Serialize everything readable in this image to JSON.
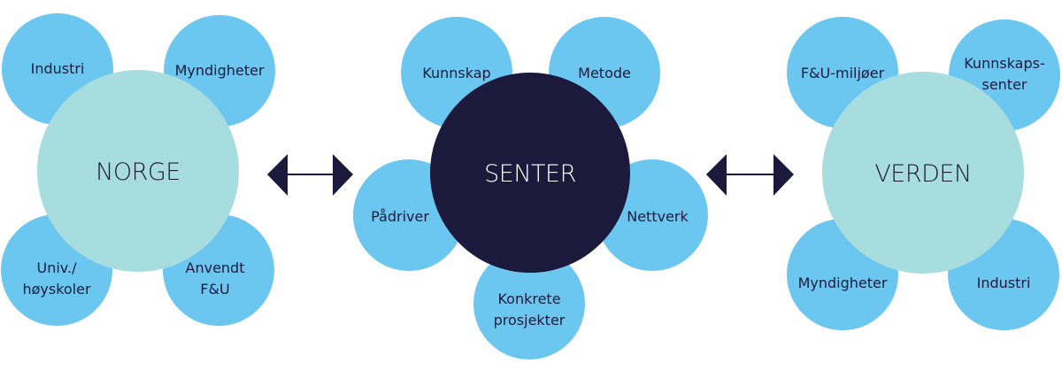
{
  "colors": {
    "satellite": "#6cc7f0",
    "hub": "#a8dde0",
    "center": "#1c1a3c",
    "arrow": "#1c1a3c"
  },
  "norge": {
    "title": "NORGE",
    "nodes": [
      {
        "line1": "Industri",
        "line2": ""
      },
      {
        "line1": "Myndigheter",
        "line2": ""
      },
      {
        "line1": "Univ./",
        "line2": "høyskoler"
      },
      {
        "line1": "Anvendt",
        "line2": "F&U"
      }
    ]
  },
  "senter": {
    "title": "SENTER",
    "nodes": [
      {
        "line1": "Kunnskap",
        "line2": ""
      },
      {
        "line1": "Metode",
        "line2": ""
      },
      {
        "line1": "Pådriver",
        "line2": ""
      },
      {
        "line1": "Nettverk",
        "line2": ""
      },
      {
        "line1": "Konkrete",
        "line2": "prosjekter"
      }
    ]
  },
  "verden": {
    "title": "VERDEN",
    "nodes": [
      {
        "line1": "F&U-miljøer",
        "line2": ""
      },
      {
        "line1": "Kunnskaps-",
        "line2": "senter"
      },
      {
        "line1": "Myndigheter",
        "line2": ""
      },
      {
        "line1": "Industri",
        "line2": ""
      }
    ]
  }
}
